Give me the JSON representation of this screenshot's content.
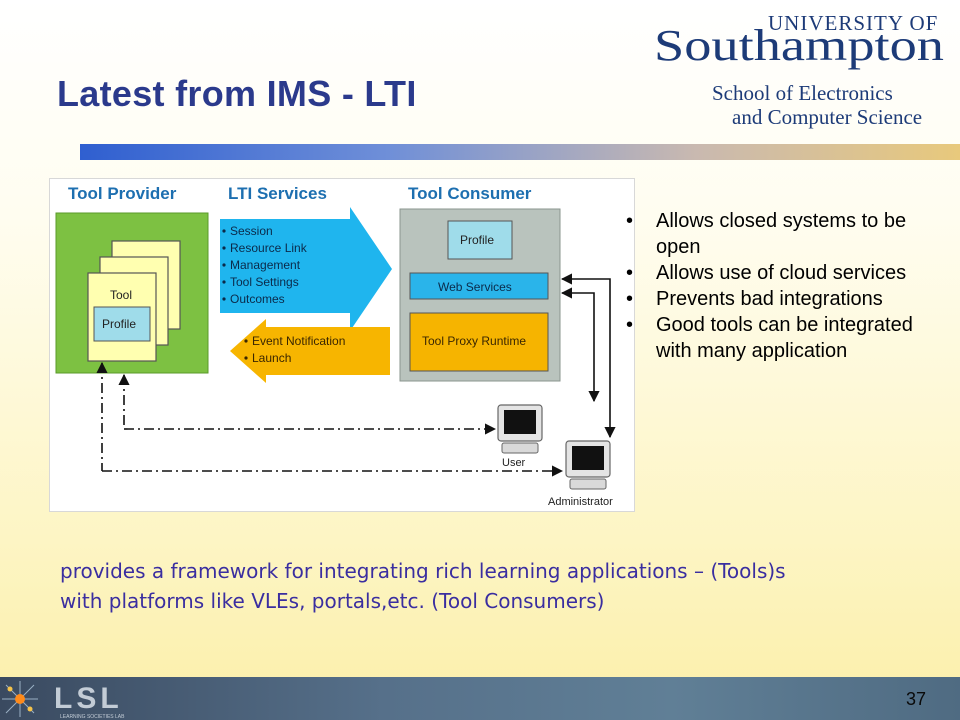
{
  "slide": {
    "title": "Latest from IMS - LTI",
    "page_number": "37"
  },
  "logo": {
    "line1": "UNIVERSITY OF",
    "line2": "Southampton",
    "line3": "School of Electronics",
    "line4": "and Computer Science"
  },
  "footer": {
    "lab_logo_text": "LSL",
    "lab_logo_subtext": "LEARNING SOCIETIES LAB"
  },
  "diagram": {
    "provider_title": "Tool Provider",
    "services_title": "LTI Services",
    "consumer_title": "Tool Consumer",
    "tool_label": "Tool",
    "tool_profile_label": "Profile",
    "services_out": [
      "Session",
      "Resource Link",
      "Management",
      "Tool Settings",
      "Outcomes"
    ],
    "services_in": [
      "Event Notification",
      "Launch"
    ],
    "consumer_profile_label": "Profile",
    "web_services_label": "Web Services",
    "proxy_label": "Tool Proxy Runtime",
    "user_label": "User",
    "admin_label": "Administrator",
    "colors": {
      "provider_green": "#7dc142",
      "tool_yellow": "#ffffb0",
      "profile_blue": "#9fdcea",
      "services_blue": "#1fb5ee",
      "services_orange": "#f7b500",
      "consumer_gray": "#b9c3bd",
      "web_services_blue": "#2ab4ea",
      "proxy_orange": "#f6b400"
    }
  },
  "bullets": [
    "Allows closed systems to be open",
    "Allows use of cloud services",
    "Prevents bad integrations",
    "Good tools can be integrated with many application"
  ],
  "caption": {
    "line1": "provides a framework for integrating rich learning applications – (Tools)s",
    "line2": "with platforms like VLEs, portals,etc. (Tool Consumers)"
  }
}
